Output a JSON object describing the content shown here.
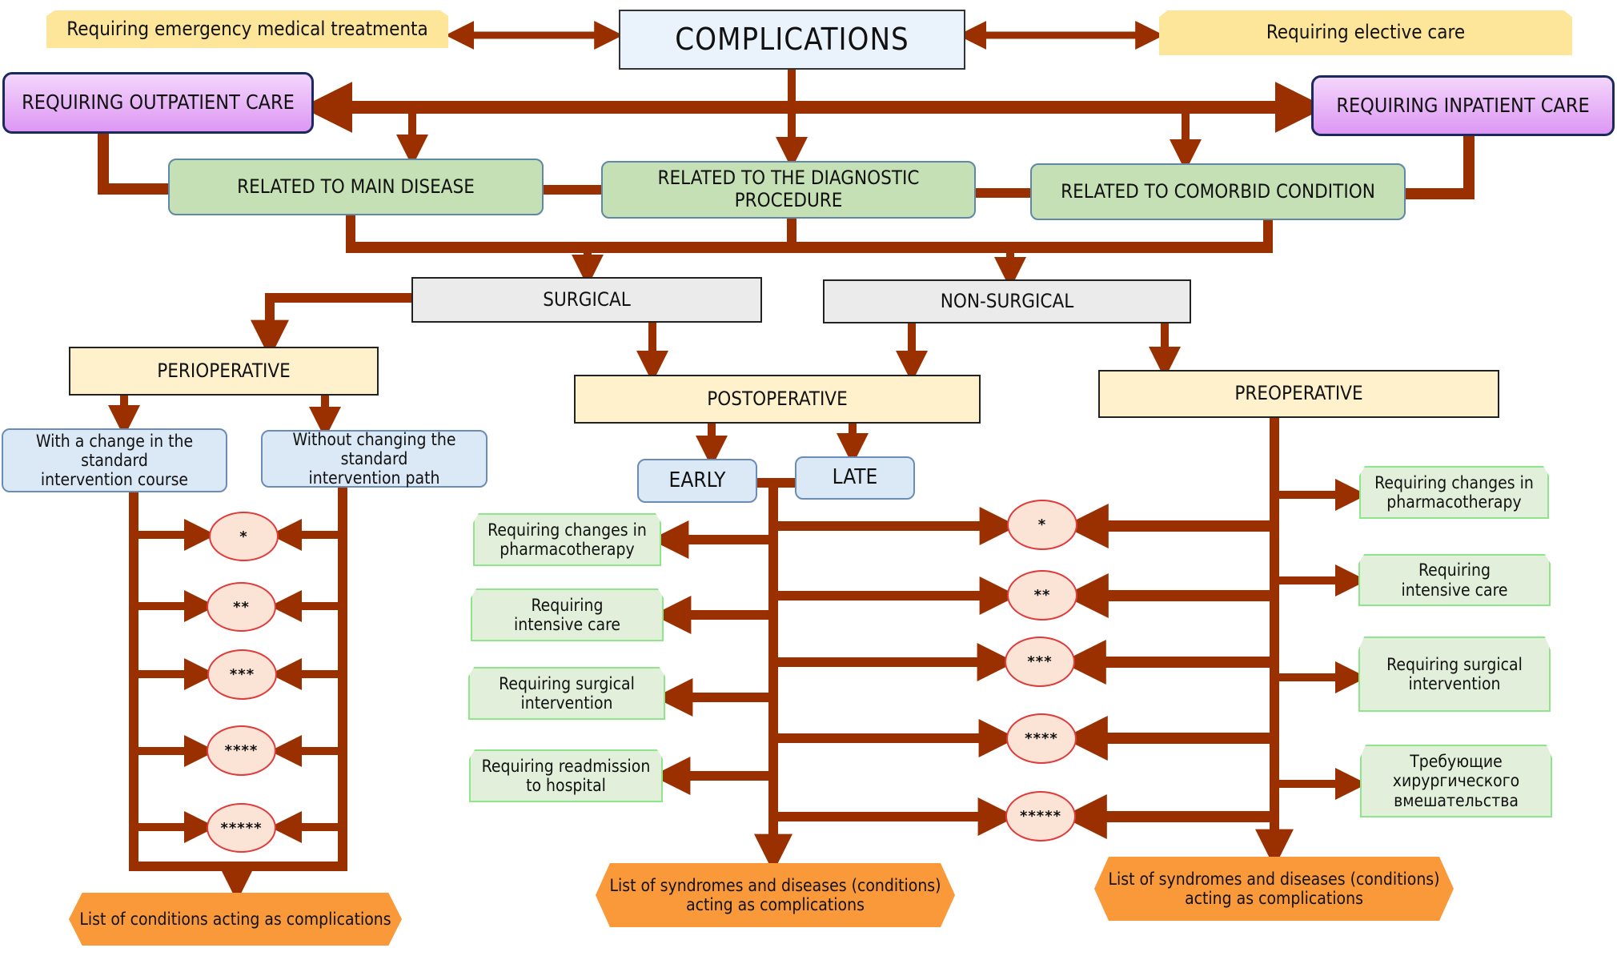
{
  "colors": {
    "connector": "#9a3000",
    "top_yellow": "#fde59a",
    "root_fill": "#eaf2fc",
    "purple_fill": "#e4a8f6",
    "relation_green": "#c5e0b4",
    "grey_fill": "#ebebeb",
    "cream_fill": "#fff1cc",
    "blue_fill": "#dbe8f6",
    "light_green": "#e2efda",
    "orange": "#f9993a",
    "ellipse_fill": "#fbe3d5",
    "ellipse_border": "#e03a3a"
  },
  "top": {
    "emergency": "Requiring emergency medical treatmenta",
    "root": "COMPLICATIONS",
    "elective": "Requiring elective care"
  },
  "care": {
    "outpatient": "REQUIRING OUTPATIENT CARE",
    "inpatient": "REQUIRING INPATIENT CARE"
  },
  "relations": {
    "main_disease": "RELATED TO MAIN DISEASE",
    "diagnostic": "RELATED TO THE DIAGNOSTIC PROCEDURE",
    "comorbid": "RELATED TO COMORBID CONDITION"
  },
  "types": {
    "surgical": "SURGICAL",
    "non_surgical": "NON-SURGICAL"
  },
  "periods": {
    "perioperative": "PERIOPERATIVE",
    "postoperative": "POSTOPERATIVE",
    "preoperative": "PREOPERATIVE"
  },
  "perioperative_branches": {
    "with_change": "With a change in the standard\nintervention course",
    "without_change": "Without changing the standard\nintervention path"
  },
  "postoperative_branches": {
    "early": "EARLY",
    "late": "LATE"
  },
  "postoperative_outcomes": [
    "Requiring changes in\npharmacotherapy",
    "Requiring\nintensive care",
    "Requiring surgical\nintervention",
    "Requiring readmission\nto hospital"
  ],
  "preoperative_outcomes": [
    "Requiring changes in\npharmacotherapy",
    "Requiring\nintensive care",
    "Requiring surgical\nintervention",
    "Требующие\nхирургического\nвмешательства"
  ],
  "perioperative_markers": [
    "*",
    "**",
    "***",
    "****",
    "*****"
  ],
  "middle_markers": [
    "*",
    "**",
    "***",
    "****",
    "*****"
  ],
  "results": {
    "perioperative": "List of conditions acting as complications",
    "postoperative": "List of syndromes and diseases (conditions)\nacting as complications",
    "preoperative": "List of syndromes and diseases (conditions)\nacting as complications"
  }
}
